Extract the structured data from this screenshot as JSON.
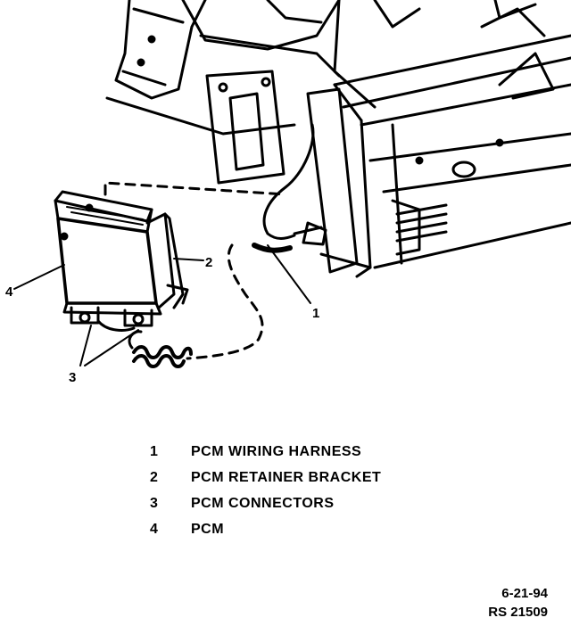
{
  "callouts": [
    "1",
    "2",
    "3",
    "4"
  ],
  "legend": [
    {
      "number": "1",
      "label": "PCM WIRING HARNESS"
    },
    {
      "number": "2",
      "label": "PCM RETAINER BRACKET"
    },
    {
      "number": "3",
      "label": "PCM CONNECTORS"
    },
    {
      "number": "4",
      "label": "PCM"
    }
  ],
  "footer": {
    "date": "6-21-94",
    "code": "RS 21509"
  },
  "colors": {
    "ink": "#000000",
    "paper": "#ffffff"
  }
}
